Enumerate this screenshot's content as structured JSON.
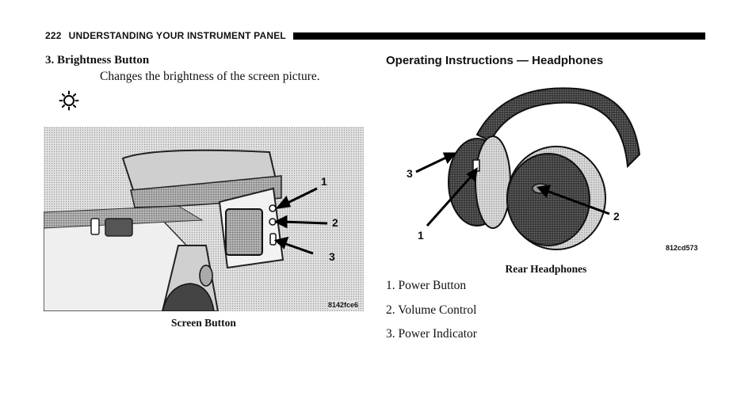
{
  "header": {
    "page_number": "222",
    "title": "UNDERSTANDING YOUR INSTRUMENT PANEL"
  },
  "left": {
    "item_title": "3. Brightness Button",
    "item_description": "Changes the brightness of the screen picture.",
    "icon": "sun-brightness-icon",
    "figure": {
      "callouts": [
        "1",
        "2",
        "3"
      ],
      "code": "8142fce6",
      "caption": "Screen Button"
    }
  },
  "right": {
    "heading": "Operating Instructions — Headphones",
    "figure": {
      "callouts": [
        "3",
        "2",
        "1"
      ],
      "code": "812cd573",
      "caption": "Rear Headphones"
    },
    "list": [
      "1. Power Button",
      "2. Volume Control",
      "3. Power Indicator"
    ]
  }
}
